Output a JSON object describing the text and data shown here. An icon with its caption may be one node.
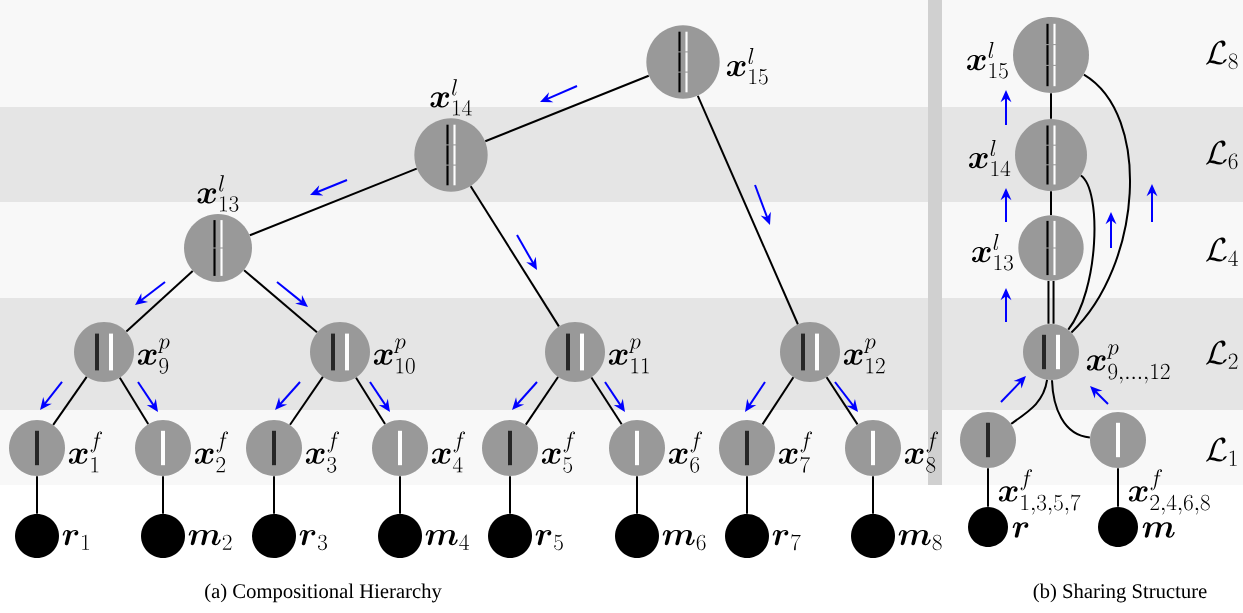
{
  "diagram": {
    "nodes": [
      {
        "text": [],
        "shape": "circle",
        "beside": [
          "\\boldsymbol{x}^{l}_{15}"
        ]
      },
      {
        "text": [],
        "shape": "circle",
        "beside": [
          "\\boldsymbol{x}^{l}_{14}"
        ]
      },
      {
        "text": [],
        "shape": "circle",
        "beside": [
          "\\boldsymbol{x}^{l}_{13}"
        ]
      },
      {
        "text": [],
        "shape": "circle",
        "beside": [
          "\\boldsymbol{x}^{p}_{9}"
        ]
      },
      {
        "text": [],
        "shape": "circle",
        "beside": [
          "\\boldsymbol{x}^{p}_{10}"
        ]
      },
      {
        "text": [],
        "shape": "circle",
        "beside": [
          "\\boldsymbol{x}^{p}_{11}"
        ]
      },
      {
        "text": [],
        "shape": "circle",
        "beside": [
          "\\boldsymbol{x}^{p}_{12}"
        ]
      },
      {
        "text": [],
        "shape": "circle",
        "beside": [
          "\\boldsymbol{x}^{f}_{1}"
        ]
      },
      {
        "text": [],
        "shape": "circle",
        "beside": [
          "\\boldsymbol{x}^{f}_{2}"
        ]
      },
      {
        "text": [],
        "shape": "circle",
        "beside": [
          "\\boldsymbol{x}^{f}_{3}"
        ]
      },
      {
        "text": [],
        "shape": "circle",
        "beside": [
          "\\boldsymbol{x}^{f}_{4}"
        ]
      },
      {
        "text": [],
        "shape": "circle",
        "beside": [
          "\\boldsymbol{x}^{f}_{5}"
        ]
      },
      {
        "text": [],
        "shape": "circle",
        "beside": [
          "\\boldsymbol{x}^{f}_{6}"
        ]
      },
      {
        "text": [],
        "shape": "circle",
        "beside": [
          "\\boldsymbol{x}^{f}_{7}"
        ]
      },
      {
        "text": [],
        "shape": "circle",
        "beside": [
          "\\boldsymbol{x}^{f}_{8}"
        ]
      },
      {
        "text": [],
        "shape": "circle",
        "beside": [
          "\\boldsymbol{r}_{1}"
        ]
      },
      {
        "text": [],
        "shape": "circle",
        "beside": [
          "\\boldsymbol{m}_{2}"
        ]
      },
      {
        "text": [],
        "shape": "circle",
        "beside": [
          "\\boldsymbol{r}_{3}"
        ]
      },
      {
        "text": [],
        "shape": "circle",
        "beside": [
          "\\boldsymbol{m}_{4}"
        ]
      },
      {
        "text": [],
        "shape": "circle",
        "beside": [
          "\\boldsymbol{r}_{5}"
        ]
      },
      {
        "text": [],
        "shape": "circle",
        "beside": [
          "\\boldsymbol{m}_{6}"
        ]
      },
      {
        "text": [],
        "shape": "circle",
        "beside": [
          "\\boldsymbol{r}_{7}"
        ]
      },
      {
        "text": [],
        "shape": "circle",
        "beside": [
          "\\boldsymbol{m}_{8}"
        ]
      },
      {
        "text": [],
        "shape": "circle",
        "beside": [
          "\\boldsymbol{x}^{l}_{15}"
        ]
      },
      {
        "text": [],
        "shape": "circle",
        "beside": [
          "\\boldsymbol{x}^{l}_{14}"
        ]
      },
      {
        "text": [],
        "shape": "circle",
        "beside": [
          "\\boldsymbol{x}^{l}_{13}"
        ]
      },
      {
        "text": [],
        "shape": "circle",
        "beside": [
          "\\boldsymbol{x}^{p}_{9,\\ldots,12}"
        ]
      },
      {
        "text": [],
        "shape": "circle",
        "beside": [
          "\\boldsymbol{x}^{f}_{1,3,5,7}"
        ]
      },
      {
        "text": [],
        "shape": "circle",
        "beside": [
          "\\boldsymbol{x}^{f}_{2,4,6,8}"
        ]
      },
      {
        "text": [],
        "shape": "circle",
        "beside": [
          "\\boldsymbol{r}"
        ]
      },
      {
        "text": [],
        "shape": "circle",
        "beside": [
          "\\boldsymbol{m}"
        ]
      }
    ],
    "edges": [
      {
        "from": 0,
        "to": 1,
        "arrow": "none"
      },
      {
        "from": 0,
        "to": 6,
        "arrow": "none"
      },
      {
        "from": 1,
        "to": 2,
        "arrow": "none"
      },
      {
        "from": 1,
        "to": 5,
        "arrow": "none"
      },
      {
        "from": 2,
        "to": 3,
        "arrow": "none"
      },
      {
        "from": 2,
        "to": 4,
        "arrow": "none"
      },
      {
        "from": 3,
        "to": 7,
        "arrow": "none"
      },
      {
        "from": 3,
        "to": 8,
        "arrow": "none"
      },
      {
        "from": 4,
        "to": 9,
        "arrow": "none"
      },
      {
        "from": 4,
        "to": 10,
        "arrow": "none"
      },
      {
        "from": 5,
        "to": 11,
        "arrow": "none"
      },
      {
        "from": 5,
        "to": 12,
        "arrow": "none"
      },
      {
        "from": 6,
        "to": 13,
        "arrow": "none"
      },
      {
        "from": 6,
        "to": 14,
        "arrow": "none"
      },
      {
        "from": 7,
        "to": 15,
        "arrow": "none"
      },
      {
        "from": 8,
        "to": 16,
        "arrow": "none"
      },
      {
        "from": 9,
        "to": 17,
        "arrow": "none"
      },
      {
        "from": 10,
        "to": 18,
        "arrow": "none"
      },
      {
        "from": 11,
        "to": 19,
        "arrow": "none"
      },
      {
        "from": 12,
        "to": 20,
        "arrow": "none"
      },
      {
        "from": 13,
        "to": 21,
        "arrow": "none"
      },
      {
        "from": 14,
        "to": 22,
        "arrow": "none"
      },
      {
        "from": 23,
        "to": 24,
        "arrow": "none"
      },
      {
        "from": 24,
        "to": 25,
        "arrow": "none"
      },
      {
        "from": 25,
        "to": 26,
        "arrow": "none"
      },
      {
        "from": 25,
        "to": 26,
        "arrow": "none"
      },
      {
        "from": 24,
        "to": 26,
        "arrow": "none"
      },
      {
        "from": 23,
        "to": 26,
        "arrow": "none"
      },
      {
        "from": 26,
        "to": 27,
        "arrow": "none"
      },
      {
        "from": 26,
        "to": 28,
        "arrow": "none"
      },
      {
        "from": 27,
        "to": 29,
        "arrow": "none"
      },
      {
        "from": 28,
        "to": 30,
        "arrow": "none"
      }
    ],
    "labels": [
      "\\mathcal{L}_{8}",
      "\\mathcal{L}_{6}",
      "\\mathcal{L}_{4}",
      "\\mathcal{L}_{2}",
      "\\mathcal{L}_{1}",
      "(a) Compositional Hierarchy",
      "(b) Sharing Structure"
    ]
  }
}
